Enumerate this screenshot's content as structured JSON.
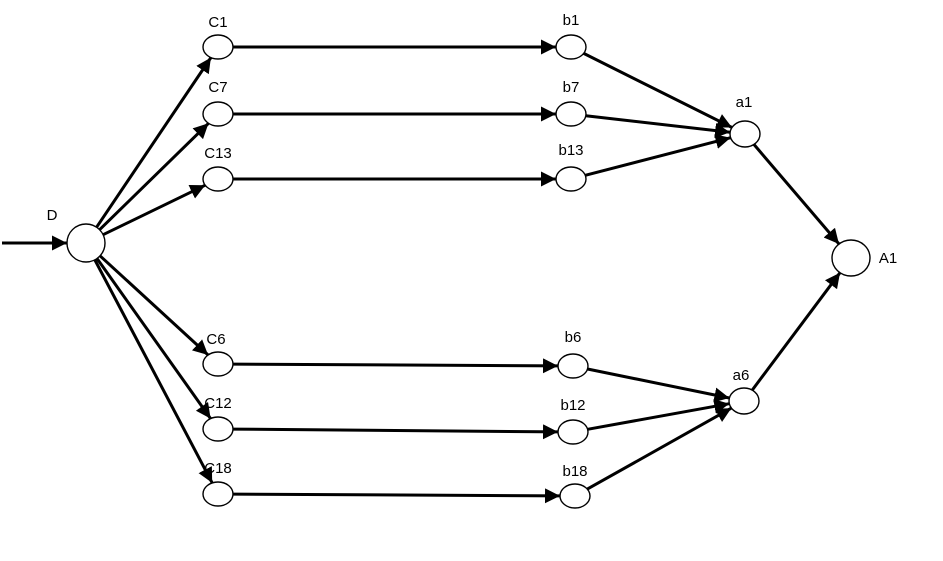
{
  "diagram": {
    "nodes": [
      {
        "id": "D",
        "label": "D"
      },
      {
        "id": "C1",
        "label": "C1"
      },
      {
        "id": "C7",
        "label": "C7"
      },
      {
        "id": "C13",
        "label": "C13"
      },
      {
        "id": "C6",
        "label": "C6"
      },
      {
        "id": "C12",
        "label": "C12"
      },
      {
        "id": "C18",
        "label": "C18"
      },
      {
        "id": "b1",
        "label": "b1"
      },
      {
        "id": "b7",
        "label": "b7"
      },
      {
        "id": "b13",
        "label": "b13"
      },
      {
        "id": "b6",
        "label": "b6"
      },
      {
        "id": "b12",
        "label": "b12"
      },
      {
        "id": "b18",
        "label": "b18"
      },
      {
        "id": "a1",
        "label": "a1"
      },
      {
        "id": "a6",
        "label": "a6"
      },
      {
        "id": "A1",
        "label": "A1"
      }
    ],
    "edges": [
      {
        "from": "input",
        "to": "D"
      },
      {
        "from": "D",
        "to": "C1"
      },
      {
        "from": "D",
        "to": "C7"
      },
      {
        "from": "D",
        "to": "C13"
      },
      {
        "from": "D",
        "to": "C6"
      },
      {
        "from": "D",
        "to": "C12"
      },
      {
        "from": "D",
        "to": "C18"
      },
      {
        "from": "C1",
        "to": "b1"
      },
      {
        "from": "C7",
        "to": "b7"
      },
      {
        "from": "C13",
        "to": "b13"
      },
      {
        "from": "C6",
        "to": "b6"
      },
      {
        "from": "C12",
        "to": "b12"
      },
      {
        "from": "C18",
        "to": "b18"
      },
      {
        "from": "b1",
        "to": "a1"
      },
      {
        "from": "b7",
        "to": "a1"
      },
      {
        "from": "b13",
        "to": "a1"
      },
      {
        "from": "b6",
        "to": "a6"
      },
      {
        "from": "b12",
        "to": "a6"
      },
      {
        "from": "b18",
        "to": "a6"
      },
      {
        "from": "a1",
        "to": "A1"
      },
      {
        "from": "a6",
        "to": "A1"
      }
    ]
  }
}
